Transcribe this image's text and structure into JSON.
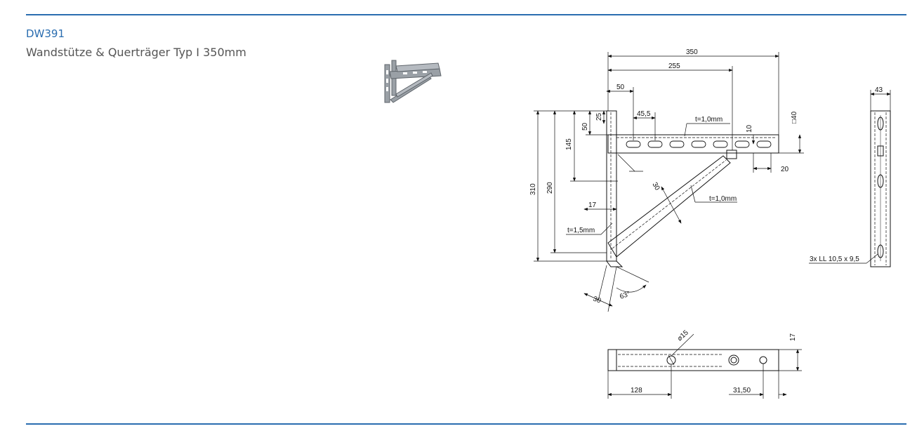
{
  "header": {
    "code": "DW391",
    "title": "Wandstütze & Querträger Typ I 350mm"
  },
  "drawing": {
    "side_view": {
      "dim_350": "350",
      "dim_255": "255",
      "dim_50_top": "50",
      "dim_45_5": "45,5",
      "thickness_arm": "t=1,0mm",
      "dim_25": "25",
      "dim_50_left": "50",
      "dim_145": "145",
      "dim_310": "310",
      "dim_290": "290",
      "dim_10": "10",
      "dim_sq40": "□40",
      "dim_20": "20",
      "dim_30_brace": "30",
      "thickness_brace": "t=1,0mm",
      "dim_17": "17",
      "thickness_post": "t=1,5mm",
      "dim_30_foot": "30",
      "angle_63": "63°"
    },
    "front_view": {
      "dim_43": "43",
      "slots_label": "3x LL 10,5 x 9,5"
    },
    "top_view": {
      "dia_15": "⌀15",
      "dim_17": "17",
      "dim_128": "128",
      "dim_31_50": "31,50"
    }
  }
}
